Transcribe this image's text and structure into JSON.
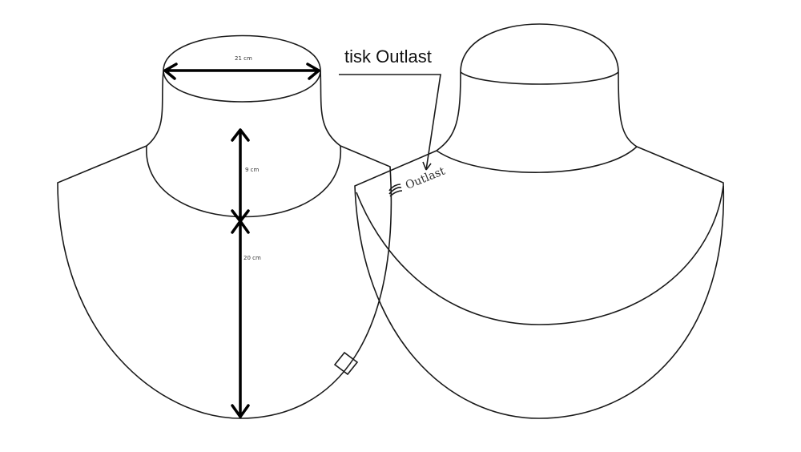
{
  "diagram": {
    "title": "tisk Outlast",
    "measurements": {
      "neck_width": "21 cm",
      "neck_height": "9 cm",
      "body_length": "20 cm"
    },
    "logo_text": "Outlast"
  }
}
